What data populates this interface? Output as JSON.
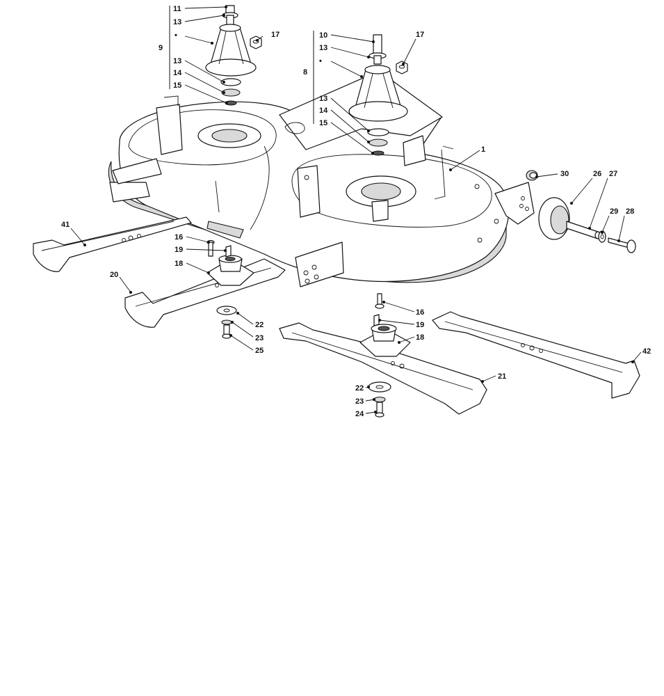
{
  "callouts": {
    "c1": "1",
    "c8": "8",
    "c9": "9",
    "c10": "10",
    "c11": "11",
    "c13a": "13",
    "c13b": "13",
    "c13c": "13",
    "c13d": "13",
    "c14a": "14",
    "c14b": "14",
    "c15a": "15",
    "c15b": "15",
    "c16a": "16",
    "c16b": "16",
    "c17a": "17",
    "c17b": "17",
    "c18a": "18",
    "c18b": "18",
    "c19a": "19",
    "c19b": "19",
    "c20": "20",
    "c21": "21",
    "c22a": "22",
    "c22b": "22",
    "c23a": "23",
    "c23b": "23",
    "c24": "24",
    "c25": "25",
    "c26": "26",
    "c27": "27",
    "c28": "28",
    "c29": "29",
    "c30": "30",
    "c41": "41",
    "c42": "42",
    "bullet_a": "•",
    "bullet_b": "•"
  }
}
